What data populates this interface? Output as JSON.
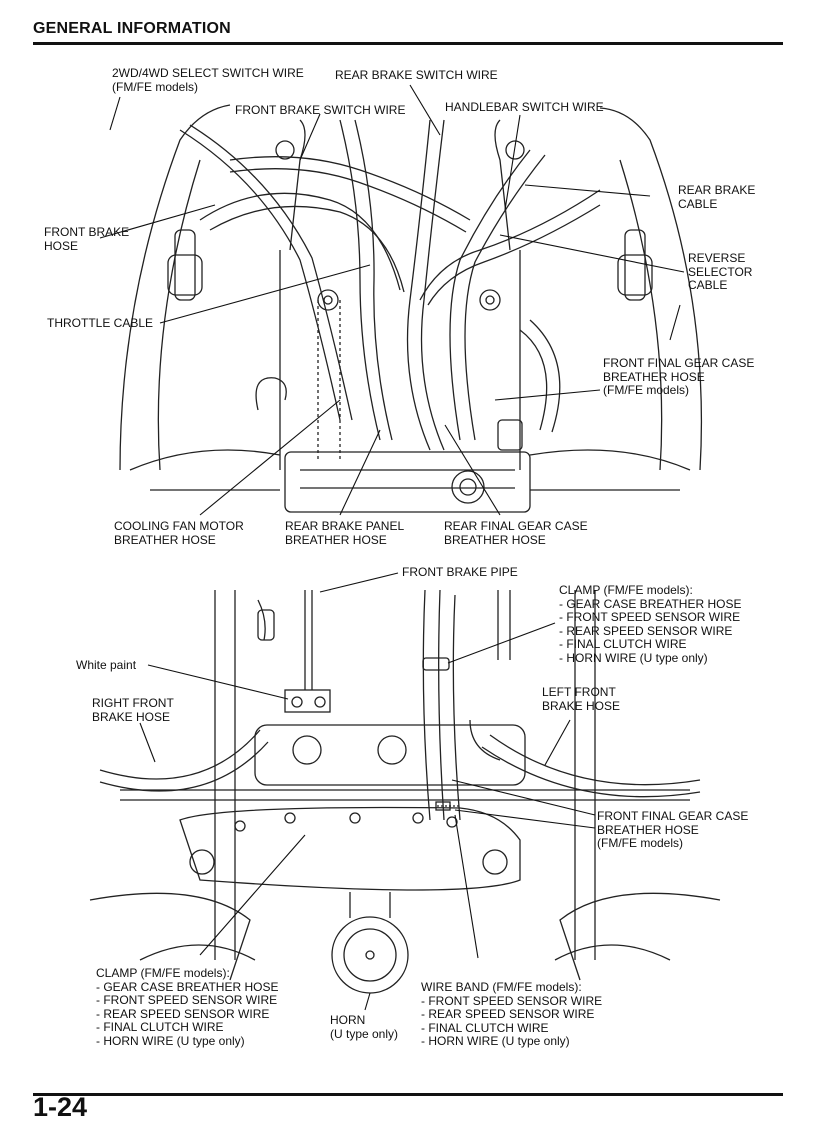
{
  "header": {
    "title": "GENERAL INFORMATION"
  },
  "footer": {
    "page_number": "1-24"
  },
  "top_figure": {
    "labels": {
      "select_switch_wire": [
        "2WD/4WD SELECT SWITCH WIRE",
        "(FM/FE models)"
      ],
      "rear_brake_switch_wire": [
        "REAR BRAKE SWITCH WIRE"
      ],
      "front_brake_switch_wire": [
        "FRONT BRAKE SWITCH WIRE"
      ],
      "handlebar_switch_wire": [
        "HANDLEBAR SWITCH WIRE"
      ],
      "rear_brake_cable": [
        "REAR BRAKE",
        "CABLE"
      ],
      "front_brake_hose": [
        "FRONT BRAKE",
        "HOSE"
      ],
      "reverse_selector_cable": [
        "REVERSE",
        "SELECTOR",
        "CABLE"
      ],
      "throttle_cable": [
        "THROTTLE CABLE"
      ],
      "front_final_gear_case_breather": [
        "FRONT FINAL GEAR CASE",
        "BREATHER HOSE",
        "(FM/FE models)"
      ],
      "cooling_fan_motor_breather": [
        "COOLING FAN MOTOR",
        "BREATHER HOSE"
      ],
      "rear_brake_panel_breather": [
        "REAR BRAKE PANEL",
        "BREATHER HOSE"
      ],
      "rear_final_gear_case_breather": [
        "REAR FINAL GEAR CASE",
        "BREATHER HOSE"
      ]
    }
  },
  "bottom_figure": {
    "labels": {
      "front_brake_pipe": [
        "FRONT BRAKE PIPE"
      ],
      "clamp_top": [
        "CLAMP (FM/FE models):",
        "- GEAR CASE BREATHER HOSE",
        "- FRONT SPEED SENSOR WIRE",
        "- REAR SPEED SENSOR WIRE",
        "- FINAL CLUTCH WIRE",
        "- HORN WIRE (U type only)"
      ],
      "white_paint": [
        "White paint"
      ],
      "right_front_brake_hose": [
        "RIGHT FRONT",
        "BRAKE HOSE"
      ],
      "left_front_brake_hose": [
        "LEFT FRONT",
        "BRAKE HOSE"
      ],
      "front_final_gear_case_breather": [
        "FRONT FINAL GEAR CASE",
        "BREATHER HOSE",
        "(FM/FE models)"
      ],
      "clamp_bottom": [
        "CLAMP (FM/FE models):",
        "- GEAR CASE BREATHER HOSE",
        "- FRONT SPEED SENSOR WIRE",
        "- REAR SPEED SENSOR WIRE",
        "- FINAL CLUTCH WIRE",
        "- HORN WIRE (U type only)"
      ],
      "horn": [
        "HORN",
        "(U type only)"
      ],
      "wire_band": [
        "WIRE BAND (FM/FE models):",
        "- FRONT SPEED SENSOR WIRE",
        "- REAR SPEED SENSOR WIRE",
        "- FINAL CLUTCH WIRE",
        "- HORN WIRE (U type only)"
      ]
    }
  }
}
